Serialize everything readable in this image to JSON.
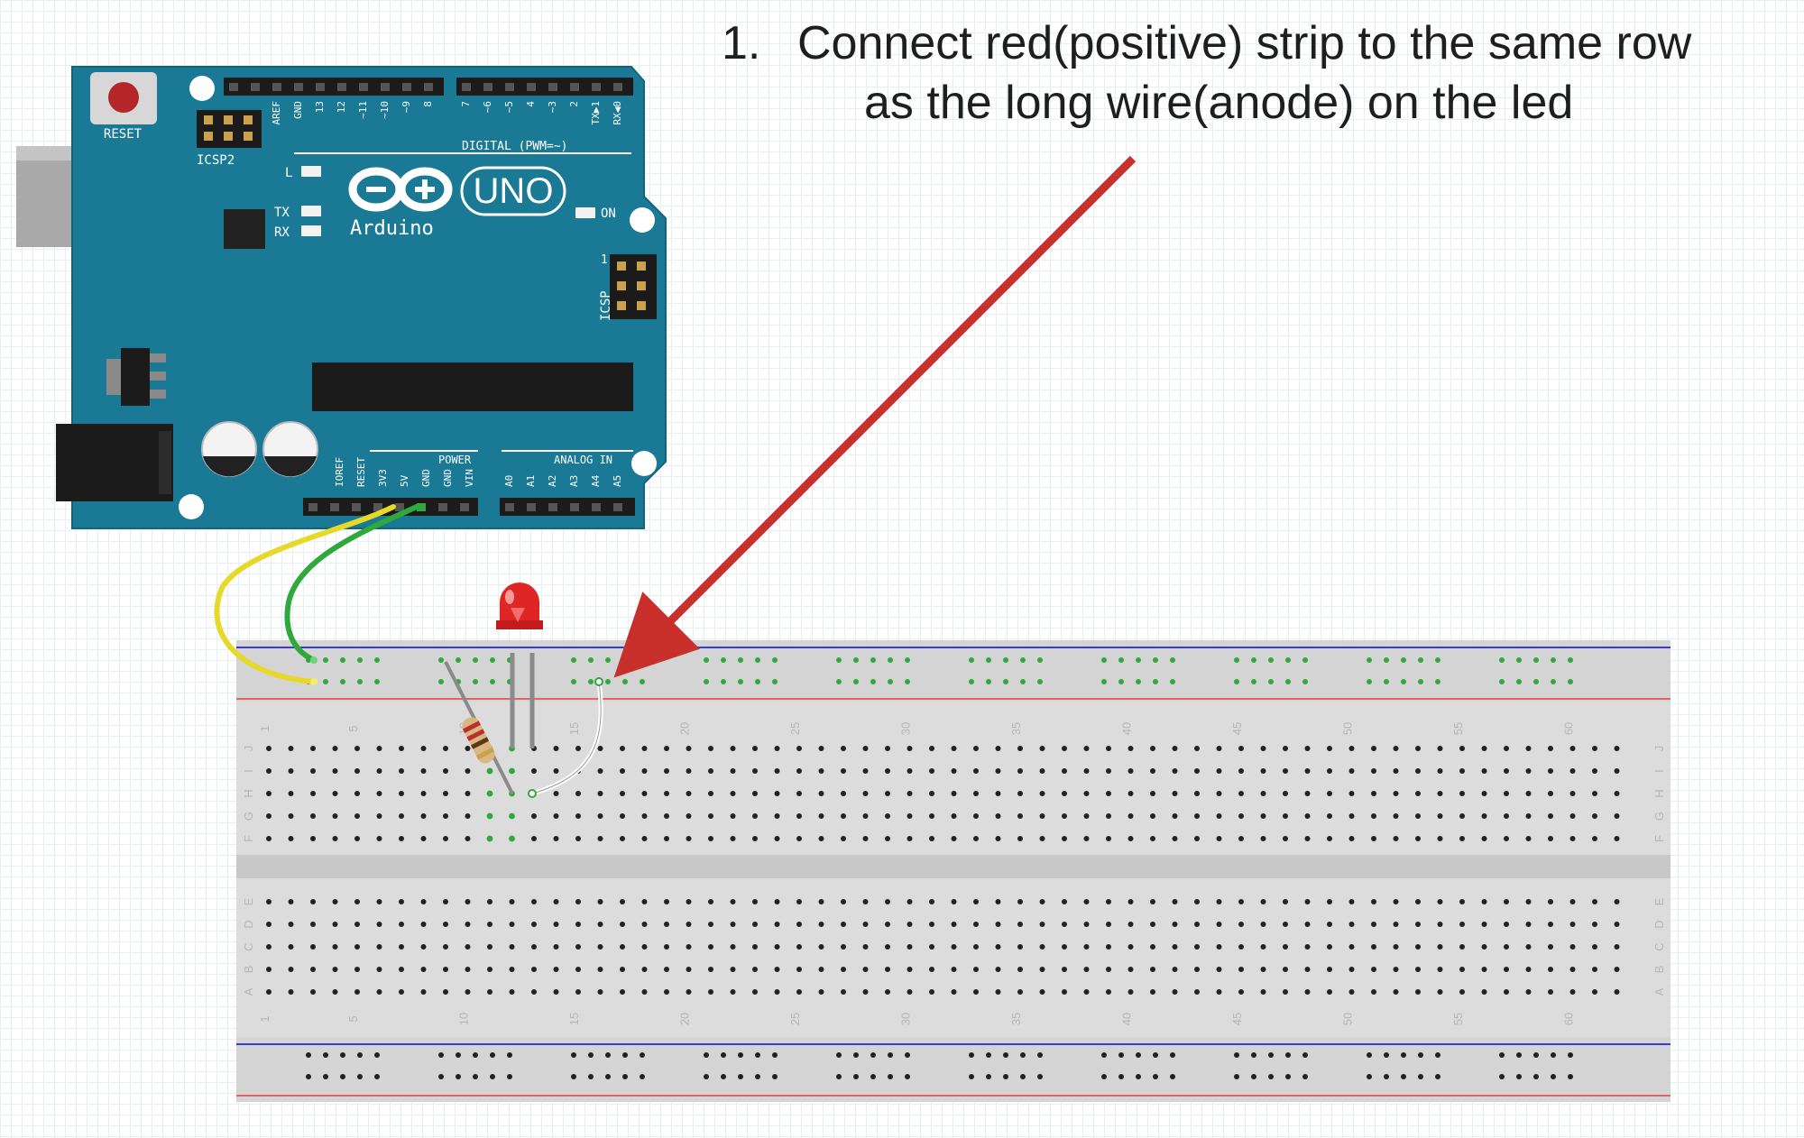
{
  "instruction": {
    "number": "1.",
    "line1": "Connect red(positive) strip to the same row",
    "line2": "as the long wire(anode) on the led"
  },
  "arduino": {
    "brand": "Arduino",
    "model": "UNO",
    "reset_label": "RESET",
    "icsp2_label": "ICSP2",
    "icsp_label": "ICSP",
    "icsp_pin1": "1",
    "led_labels": {
      "l": "L",
      "tx": "TX",
      "rx": "RX",
      "on": "ON"
    },
    "digital_label": "DIGITAL (PWM=~)",
    "power_label": "POWER",
    "analog_label": "ANALOG IN",
    "top_left_pins": [
      "AREF",
      "GND",
      "13",
      "12",
      "~11",
      "~10",
      "~9",
      "8"
    ],
    "top_right_pins": [
      "7",
      "~6",
      "~5",
      "4",
      "~3",
      "2",
      "TX▶1",
      "RX◀0"
    ],
    "power_pins": [
      "IOREF",
      "RESET",
      "3V3",
      "5V",
      "GND",
      "GND",
      "VIN"
    ],
    "analog_pins": [
      "A0",
      "A1",
      "A2",
      "A3",
      "A4",
      "A5"
    ]
  },
  "breadboard": {
    "column_numbers": [
      "1",
      "5",
      "10",
      "15",
      "20",
      "25",
      "30",
      "35",
      "40",
      "45",
      "50",
      "55",
      "60"
    ],
    "rows_top": [
      "J",
      "I",
      "H",
      "G",
      "F"
    ],
    "rows_bottom": [
      "E",
      "D",
      "C",
      "B",
      "A"
    ]
  },
  "colors": {
    "board": "#1a7a96",
    "wire_5v": "#e6d92a",
    "wire_gnd": "#2fa83c",
    "wire_anode": "#ffffff",
    "arrow": "#c9302c",
    "led": "#e02525",
    "rail_positive": "#e06666",
    "rail_negative": "#3a3ad6"
  }
}
